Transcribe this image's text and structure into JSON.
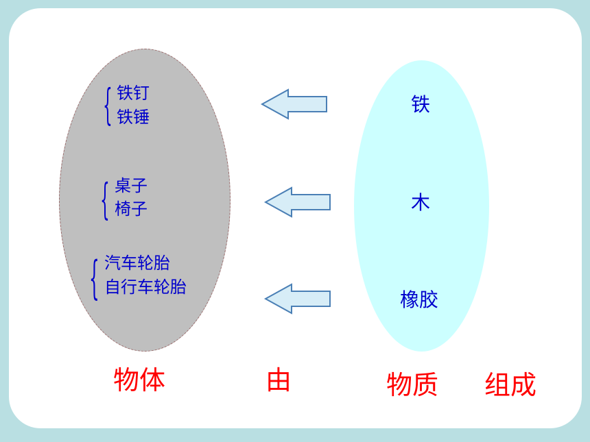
{
  "objects": {
    "group1": [
      "铁钉",
      "铁锤"
    ],
    "group2": [
      "桌子",
      "椅子"
    ],
    "group3": [
      "汽车轮胎",
      "自行车轮胎"
    ]
  },
  "materials": [
    "铁",
    "木",
    "橡胶"
  ],
  "captions": {
    "objects": "物体",
    "by": "由",
    "materials": "物质",
    "compose": "组成"
  },
  "colors": {
    "background": "#b9dfe2",
    "objects_ellipse": "#bfbfbf",
    "materials_ellipse": "#ccffff",
    "text_blue": "#0000cc",
    "caption_red": "#ff0000",
    "arrow_fill": "#d7edf7",
    "arrow_stroke": "#4a7fb5"
  }
}
